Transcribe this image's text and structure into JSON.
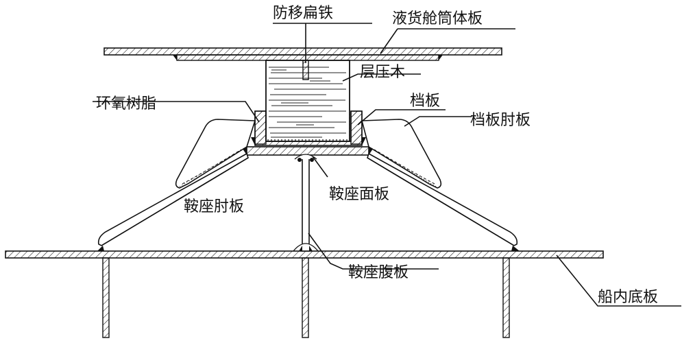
{
  "labels": {
    "anti_shift_bar": "防移扁铁",
    "tank_shell_plate": "液货舱筒体板",
    "laminated_wood": "层压木",
    "epoxy_resin": "环氧树脂",
    "stop_plate": "档板",
    "stop_plate_bracket": "档板肘板",
    "saddle_face_plate": "鞍座面板",
    "saddle_bracket": "鞍座肘板",
    "saddle_web_plate": "鞍座腹板",
    "inner_bottom_plate": "船内底板"
  }
}
